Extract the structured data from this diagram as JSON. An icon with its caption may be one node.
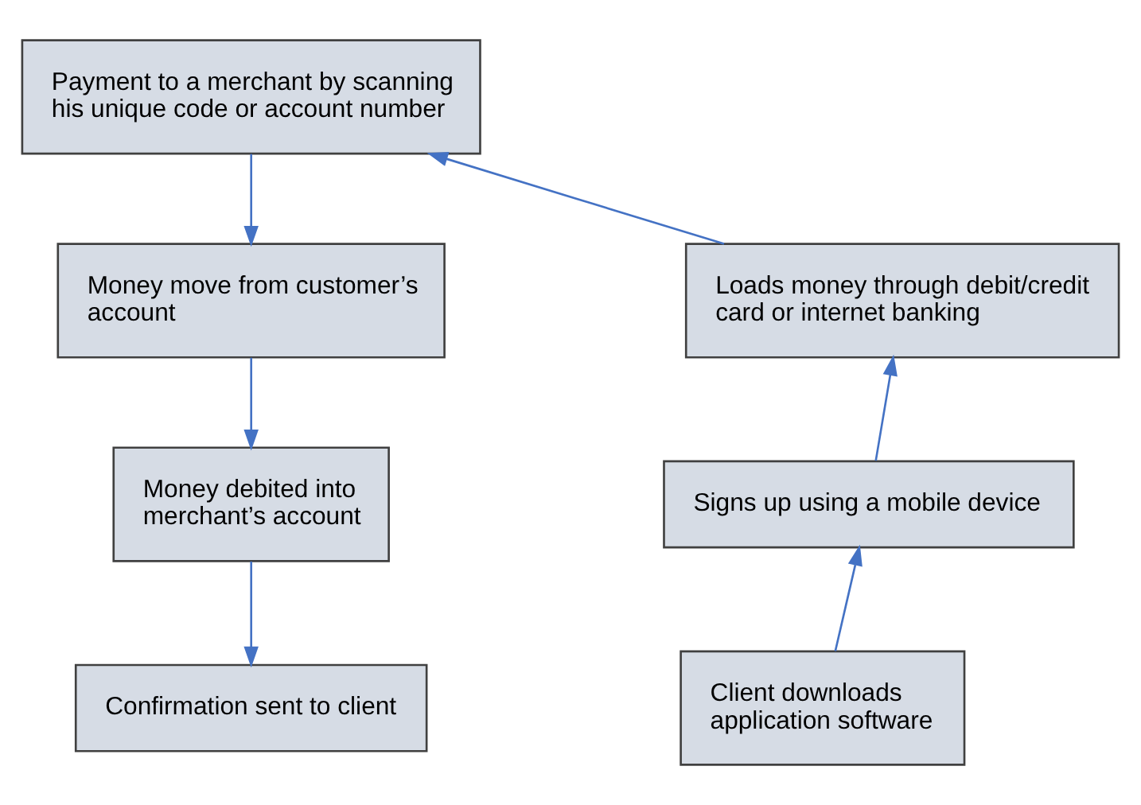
{
  "diagram": {
    "nodes": [
      {
        "text": [
          "Payment to a merchant by scanning his unique code or account number"
        ]
      },
      {
        "text": [
          "Loads money through debit/credit card or internet banking"
        ]
      },
      {
        "text": [
          "Money move from customer’s account"
        ]
      },
      {
        "text": [
          "Signs up using a mobile device"
        ]
      },
      {
        "text": [
          "Money debited into merchant’s account"
        ]
      },
      {
        "text": [
          "Client downloads application software"
        ]
      },
      {
        "text": [
          "Confirmation sent to client"
        ]
      }
    ],
    "edges": [
      {
        "from": 5,
        "to": 3,
        "arrow": "to"
      },
      {
        "from": 3,
        "to": 1,
        "arrow": "to"
      },
      {
        "from": 1,
        "to": 0,
        "arrow": "to"
      },
      {
        "from": 0,
        "to": 2,
        "arrow": "to"
      },
      {
        "from": 2,
        "to": 4,
        "arrow": "to"
      },
      {
        "from": 4,
        "to": 6,
        "arrow": "to"
      }
    ]
  }
}
